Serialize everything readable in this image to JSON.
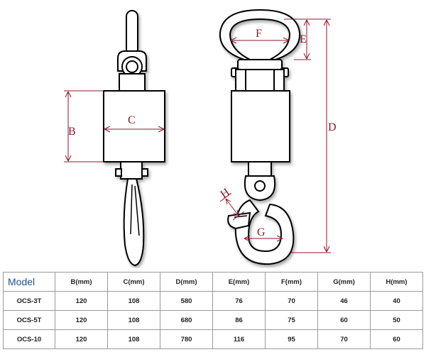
{
  "diagram": {
    "labels": {
      "B": "B",
      "C": "C",
      "D": "D",
      "E": "E",
      "F": "F",
      "G": "G",
      "H": "H"
    },
    "colors": {
      "outline": "#000000",
      "dimension": "#8b1a2b",
      "fill": "#ffffff"
    }
  },
  "table": {
    "headers": [
      "Model",
      "B(mm)",
      "C(mm)",
      "D(mm)",
      "E(mm)",
      "F(mm)",
      "G(mm)",
      "H(mm)"
    ],
    "rows": [
      [
        "OCS-3T",
        "120",
        "108",
        "580",
        "76",
        "70",
        "46",
        "40"
      ],
      [
        "OCS-5T",
        "120",
        "108",
        "680",
        "86",
        "75",
        "60",
        "50"
      ],
      [
        "OCS-10",
        "120",
        "108",
        "780",
        "116",
        "95",
        "70",
        "60"
      ]
    ],
    "colors": {
      "header_model": "#1f4f8f",
      "border": "#9a9a9a"
    }
  }
}
